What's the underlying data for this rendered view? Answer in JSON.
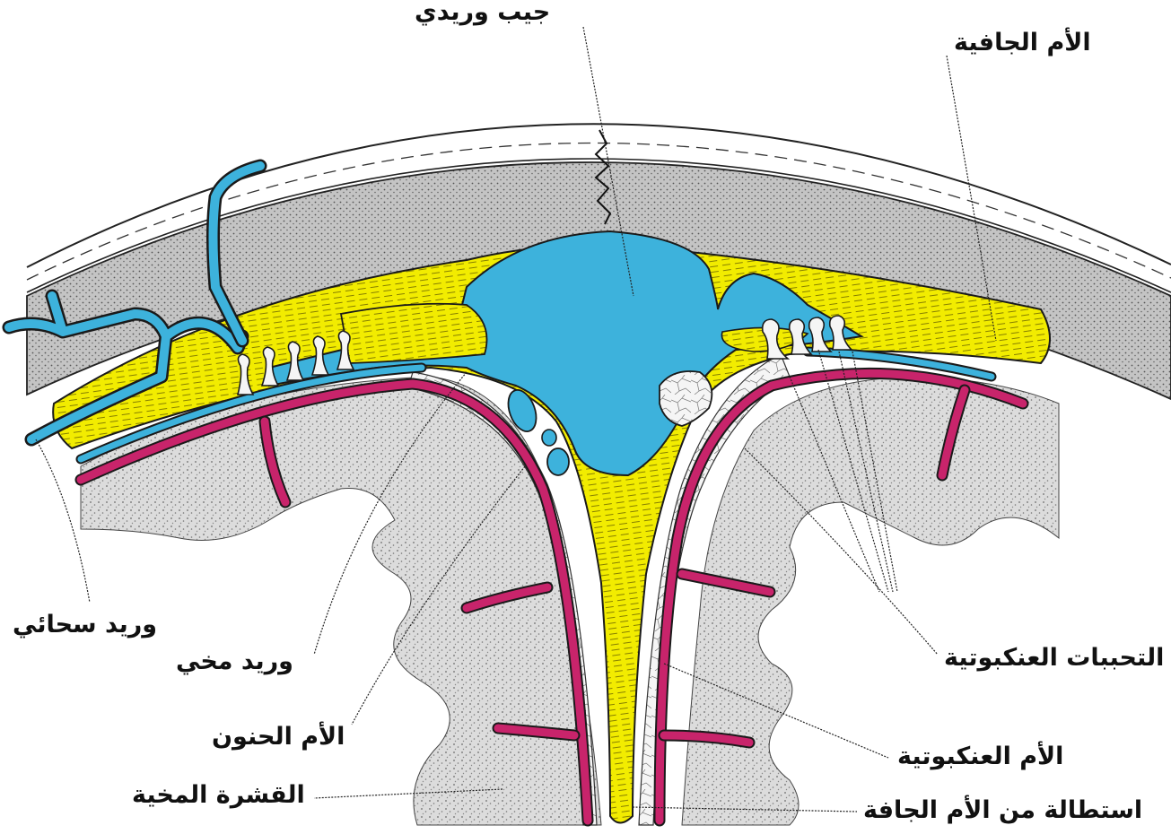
{
  "labels": {
    "venous_sinus": "جيب وريدي",
    "dura_mater": "الأم الجافية",
    "meningeal_vein": "وريد سحائي",
    "cerebral_vein": "وريد مخي",
    "pia_mater": "الأم الحنون",
    "cerebral_cortex": "القشرة المخية",
    "arachnoid_granulations": "التحببات العنكبوتية",
    "arachnoid_mater": "الأم العنكبوتية",
    "dura_extension": "استطالة من الأم الجافة"
  },
  "colors": {
    "dura": "#f2ec00",
    "blood": "#3db2dc",
    "pia": "#c8246b",
    "bone": "#c9c9c9",
    "cortex": "#d6d6d6",
    "arachnoid": "#f4f4f4",
    "outline": "#1a1a1a"
  }
}
